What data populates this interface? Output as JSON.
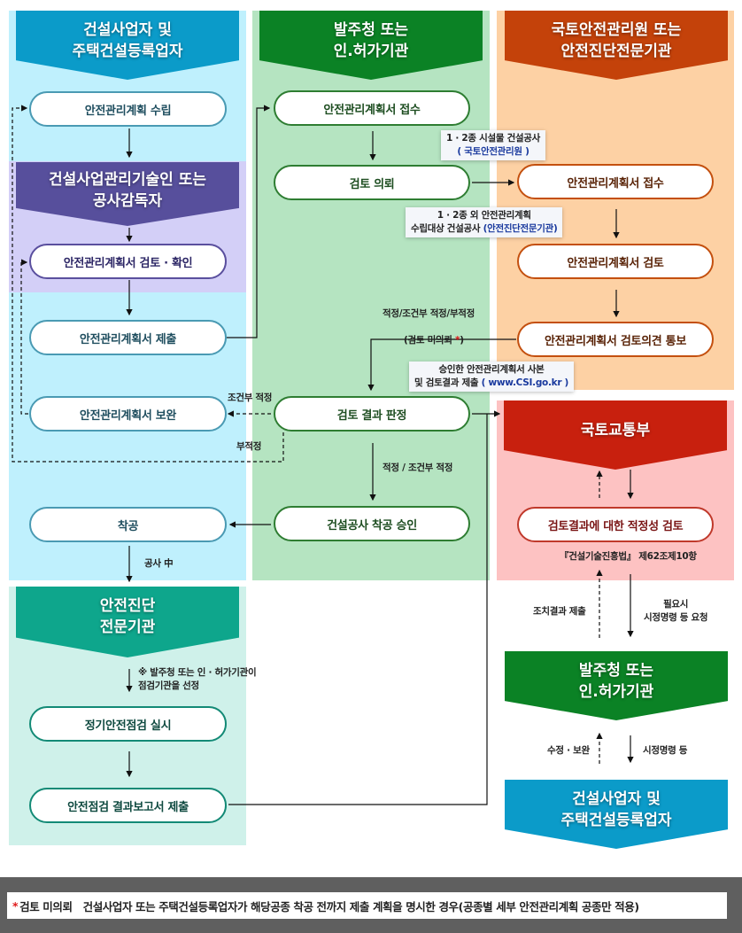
{
  "columns": {
    "contractor": {
      "title": "건설사업자 및\n주택건설등록업자",
      "color": "#0b9bc9",
      "bg": "#bff0fd"
    },
    "supervisor": {
      "title": "건설사업관리기술인 또는\n공사감독자",
      "color": "#574f9c",
      "bg": "#d3cff7"
    },
    "client": {
      "title": "발주청 또는\n인.허가기관",
      "color": "#0b8225",
      "bg": "#b5e4c1"
    },
    "reviewer": {
      "title": "국토안전관리원 또는\n안전진단전문기관",
      "color": "#c4420a",
      "bg": "#fdd1a4"
    },
    "ministry": {
      "title": "국토교통부",
      "color": "#c8200e",
      "bg": "#fdc2c2"
    },
    "diagnosis": {
      "title": "안전진단\n전문기관",
      "color": "#0ea68c",
      "bg": "#cff1ea"
    },
    "client2": {
      "title": "발주청 또는\n인.허가기관",
      "color": "#0b8225"
    },
    "contractor2": {
      "title": "건설사업자 및\n주택건설등록업자",
      "color": "#0b9bc9"
    }
  },
  "nodes": {
    "plan_establish": "안전관리계획 수립",
    "plan_review_confirm": "안전관리계획서 검토 · 확인",
    "plan_submit": "안전관리계획서 제출",
    "plan_supplement": "안전관리계획서 보완",
    "construction_start": "착공",
    "plan_receive": "안전관리계획서 접수",
    "review_request": "검토 의뢰",
    "result_decision": "검토 결과 판정",
    "start_approval": "건설공사 착공 승인",
    "reviewer_receive": "안전관리계획서 접수",
    "reviewer_review": "안전관리계획서 검토",
    "reviewer_notice": "안전관리계획서 검토의견 통보",
    "ministry_review": "검토결과에 대한 적정성 검토",
    "periodic_inspection": "정기안전점검 실시",
    "inspection_report": "안전점검 결과보고서 제출"
  },
  "notes": {
    "type12_line1": "1 · 2종 시설물 건설공사",
    "type12_line2": "( 국토안전관리원 )",
    "other_line1": "1 · 2종 외 안전관리계획",
    "other_line2a": "수립대상 건설공사 ",
    "other_line2b": "(안전진단전문기관)",
    "submit_line1": "승인한 안전관리계획서 사본",
    "submit_line2a": "및 검토결과 제출 ",
    "submit_line2b": "( www.CSI.go.kr )"
  },
  "labels": {
    "decision_types": "적정/조건부 적정/부적정",
    "not_requested_a": "(검토 미의뢰 ",
    "star": "*",
    "not_requested_b": ")",
    "conditional": "조건부 적정",
    "unsuitable": "부적정",
    "suitable_conditional": "적정 / 조건부 적정",
    "under_construction": "공사 中",
    "selection_note": "※ 발주청 또는 인 · 허가기관이\n   점검기관을 선정",
    "law_ref": "『건설기술진흥법』 제62조제10항",
    "action_submit": "조치결과 제출",
    "correction_request": "필요시\n시정명령 등 요청",
    "revise_supplement": "수정 · 보완",
    "correction_order": "시정명령 등"
  },
  "footer": {
    "star": "*",
    "term": "검토 미의뢰",
    "description": "건설사업자 또는 주택건설등록업자가 해당공종 착공 전까지 제출 계획을 명시한 경우(공종별 세부 안전관리계획 공종만 적용)"
  }
}
